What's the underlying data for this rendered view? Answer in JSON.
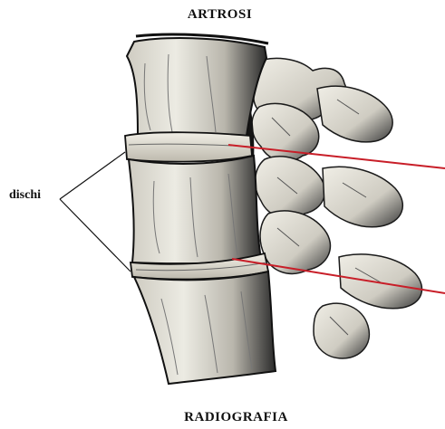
{
  "title": "ARTROSI",
  "bottom_label": "RADIOGRAFIA",
  "side_label": "dischi",
  "colors": {
    "bone_fill": "#e6e4da",
    "bone_shadow": "#2a2a2a",
    "bone_dark": "#141414",
    "pointer_line": "#c81e28",
    "label_text": "#111111"
  }
}
